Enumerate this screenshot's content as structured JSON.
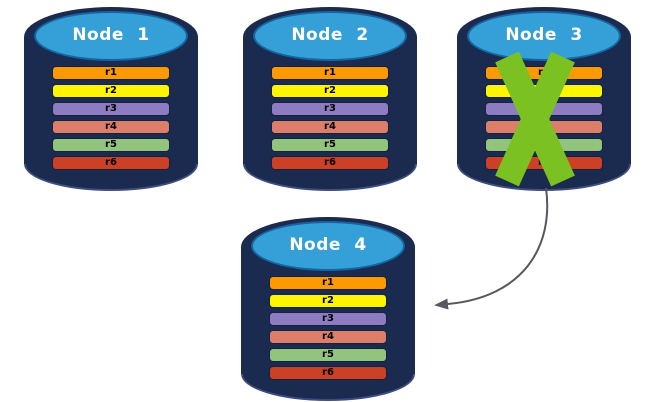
{
  "diagram": {
    "description": "Database cluster replication diagram: Node 3 fails and its records are replicated to Node 4",
    "colors": {
      "page_background": "#ffffff",
      "cylinder_body": "#1b2a4f",
      "cylinder_cap": "#35a0d8",
      "cylinder_cap_border": "#1565a0",
      "failure_x": "#7cc122",
      "arrow": "#56585f"
    },
    "record_colors": [
      "#fd9a02",
      "#fdf504",
      "#8e7cc3",
      "#dd7e6b",
      "#93c47d",
      "#cc4125"
    ],
    "nodes": [
      {
        "label": "Node 1",
        "status": "active",
        "records": [
          "r1",
          "r2",
          "r3",
          "r4",
          "r5",
          "r6"
        ]
      },
      {
        "label": "Node 2",
        "status": "active",
        "records": [
          "r1",
          "r2",
          "r3",
          "r4",
          "r5",
          "r6"
        ]
      },
      {
        "label": "Node 3",
        "status": "failed",
        "records": [
          "r1",
          "r2",
          "r3",
          "r4",
          "r5",
          "r6"
        ]
      },
      {
        "label": "Node 4",
        "status": "active",
        "records": [
          "r1",
          "r2",
          "r3",
          "r4",
          "r5",
          "r6"
        ]
      }
    ],
    "arrow": {
      "from": "Node 3",
      "to": "Node 4"
    }
  }
}
